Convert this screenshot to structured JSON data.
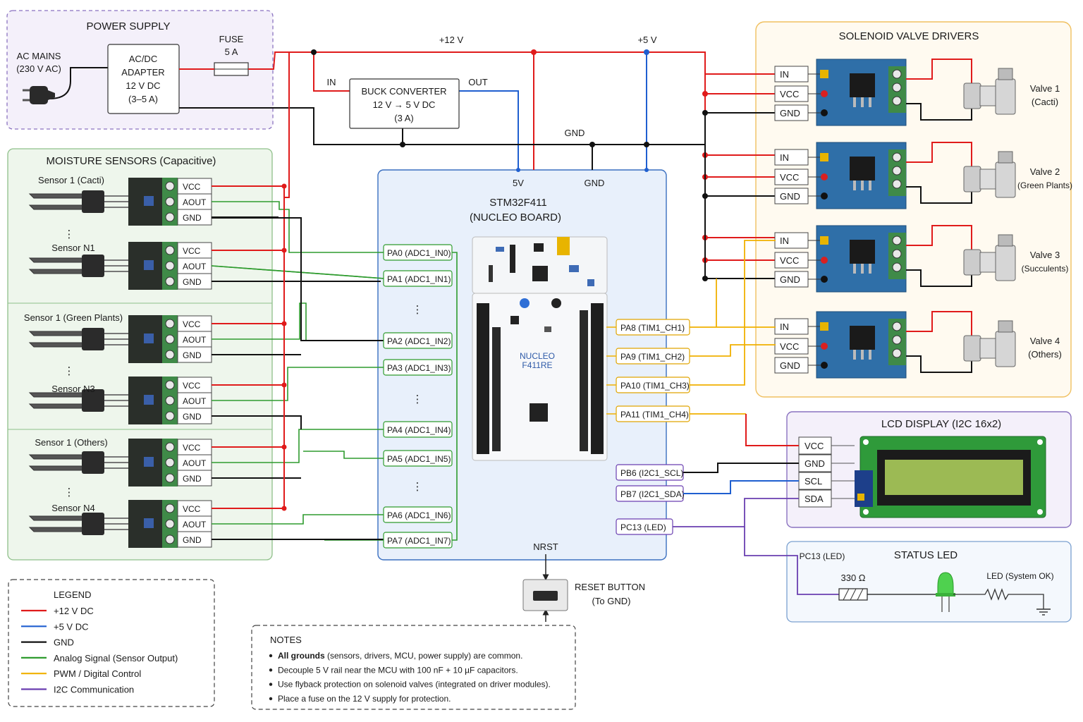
{
  "power": {
    "title": "POWER SUPPLY",
    "mains": [
      "AC MAINS",
      "(230 V AC)"
    ],
    "adapter": [
      "AC/DC",
      "ADAPTER",
      "12 V DC",
      "(3–5 A)"
    ],
    "fuse": [
      "FUSE",
      "5 A"
    ],
    "buck": [
      "BUCK CONVERTER",
      "12 V → 5 V DC",
      "(3 A)"
    ],
    "buck_in": "IN",
    "buck_out": "OUT",
    "rail_12": "+12 V",
    "rail_5": "+5 V",
    "rail_gnd": "GND"
  },
  "sensors": {
    "title": "MOISTURE SENSORS (Capacitive)",
    "names": [
      "Sensor 1 (Cacti)",
      "Sensor N1",
      "Sensor 1 (Green Plants)",
      "Sensor N3",
      "Sensor 1 (Others)",
      "Sensor N4"
    ],
    "pins": [
      "VCC",
      "AOUT",
      "GND"
    ],
    "ellipsis": "⋮"
  },
  "mcu": {
    "title": [
      "STM32F411",
      "(NUCLEO BOARD)"
    ],
    "top_5v": "5V",
    "top_gnd": "GND",
    "board_label": [
      "NUCLEO",
      "F411RE"
    ],
    "adc_pins": [
      "PA0 (ADC1_IN0)",
      "PA1 (ADC1_IN1)",
      "PA2 (ADC1_IN2)",
      "PA3 (ADC1_IN3)",
      "PA4 (ADC1_IN4)",
      "PA5 (ADC1_IN5)",
      "PA6 (ADC1_IN6)",
      "PA7 (ADC1_IN7)"
    ],
    "pwm_pins": [
      "PA8 (TIM1_CH1)",
      "PA9 (TIM1_CH2)",
      "PA10 (TIM1_CH3)",
      "PA11 (TIM1_CH4)"
    ],
    "i2c_pins": [
      "PB6 (I2C1_SCL)",
      "PB7 (I2C1_SDA)"
    ],
    "led_pin": "PC13 (LED)",
    "nrst": "NRST",
    "ellipsis": "⋮"
  },
  "reset": [
    "RESET BUTTON",
    "(To GND)"
  ],
  "valves": {
    "title": "SOLENOID VALVE DRIVERS",
    "pins": [
      "IN",
      "VCC",
      "GND"
    ],
    "names": [
      [
        "Valve 1",
        "(Cacti)"
      ],
      [
        "Valve 2",
        "(Green Plants)"
      ],
      [
        "Valve 3",
        "(Succulents)"
      ],
      [
        "Valve 4",
        "(Others)"
      ]
    ]
  },
  "lcd": {
    "title": "LCD DISPLAY (I2C 16x2)",
    "pins": [
      "VCC",
      "GND",
      "SCL",
      "SDA"
    ]
  },
  "status": {
    "title": "STATUS LED",
    "pin": "PC13 (LED)",
    "resistor": "330 Ω",
    "led": "LED (System OK)"
  },
  "legend": {
    "title": "LEGEND",
    "items": [
      {
        "label": "+12 V DC",
        "color": "#e01b1b"
      },
      {
        "label": "+5 V DC",
        "color": "#1f5fd0"
      },
      {
        "label": "GND",
        "color": "#111111"
      },
      {
        "label": "Analog Signal (Sensor Output)",
        "color": "#2e9b2e"
      },
      {
        "label": "PWM / Digital Control",
        "color": "#f0b000"
      },
      {
        "label": "I2C Communication",
        "color": "#6a3fb0"
      }
    ]
  },
  "notes": {
    "title": "NOTES",
    "items": [
      {
        "bold": "All grounds",
        "text": " (sensors, drivers, MCU, power supply) are common."
      },
      {
        "bold": "",
        "text": "Decouple 5 V rail near the MCU with 100 nF + 10 µF capacitors."
      },
      {
        "bold": "",
        "text": "Use flyback protection on solenoid valves (integrated on driver modules)."
      },
      {
        "bold": "",
        "text": "Place a fuse on the 12 V supply for protection."
      }
    ]
  }
}
